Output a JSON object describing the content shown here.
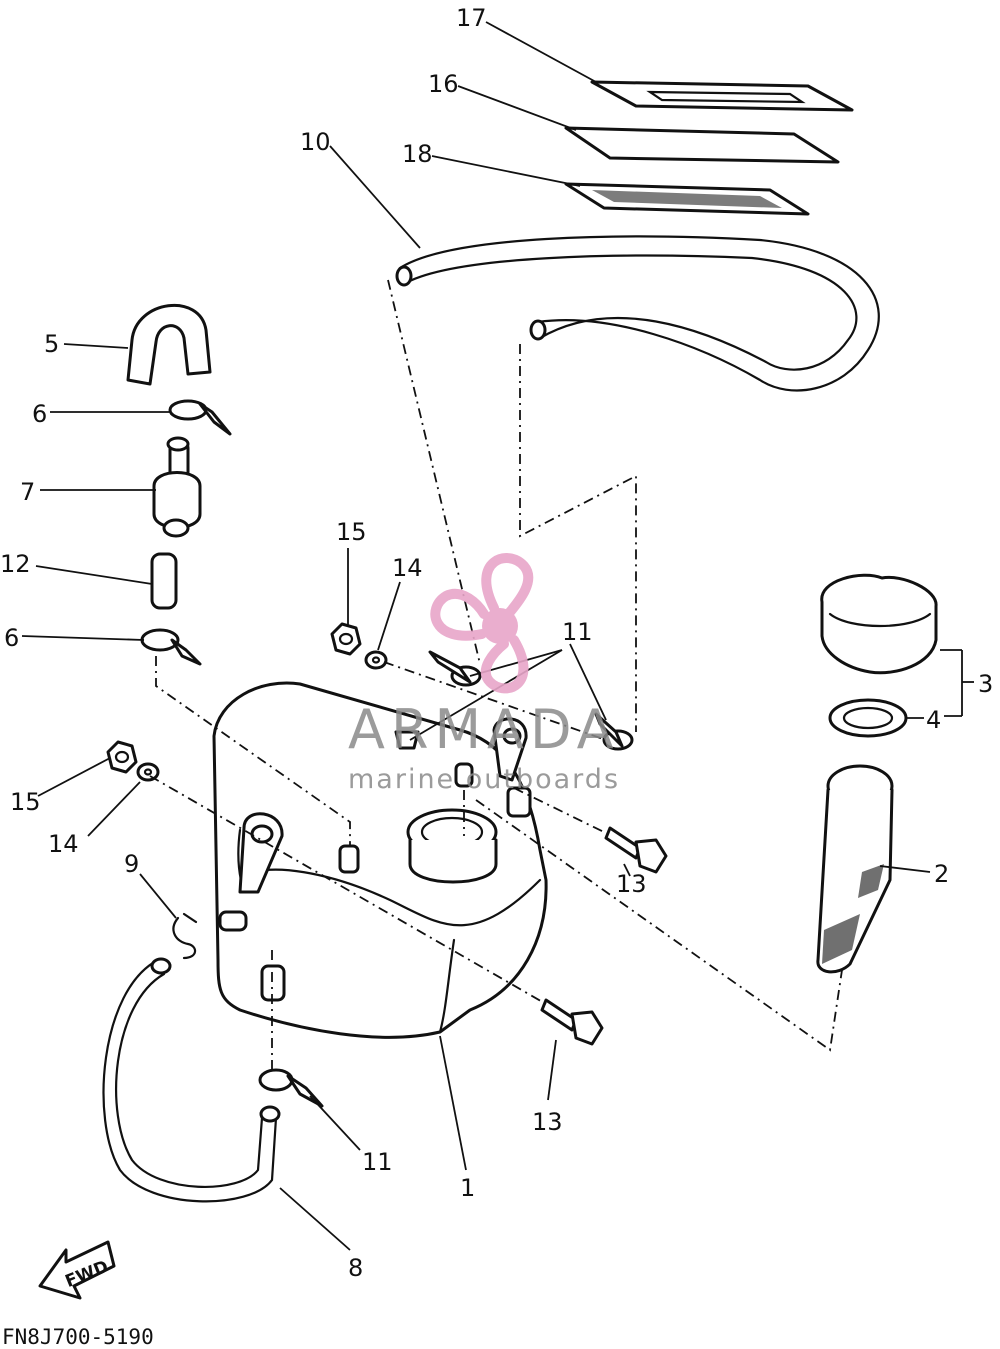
{
  "diagram_code": "FN8J700-5190",
  "forward_marker": "FWD",
  "watermark": {
    "name": "ARMADA",
    "tagline": "marine outboards",
    "logo_color": "#e8a6c9"
  },
  "callouts": {
    "n1": "1",
    "n2": "2",
    "n3": "3",
    "n4": "4",
    "n5": "5",
    "n6": "6",
    "n7": "7",
    "n8": "8",
    "n9": "9",
    "n10": "10",
    "n11": "11",
    "n12": "12",
    "n13": "13",
    "n14": "14",
    "n15": "15",
    "n16": "16",
    "n17": "17",
    "n18": "18"
  }
}
